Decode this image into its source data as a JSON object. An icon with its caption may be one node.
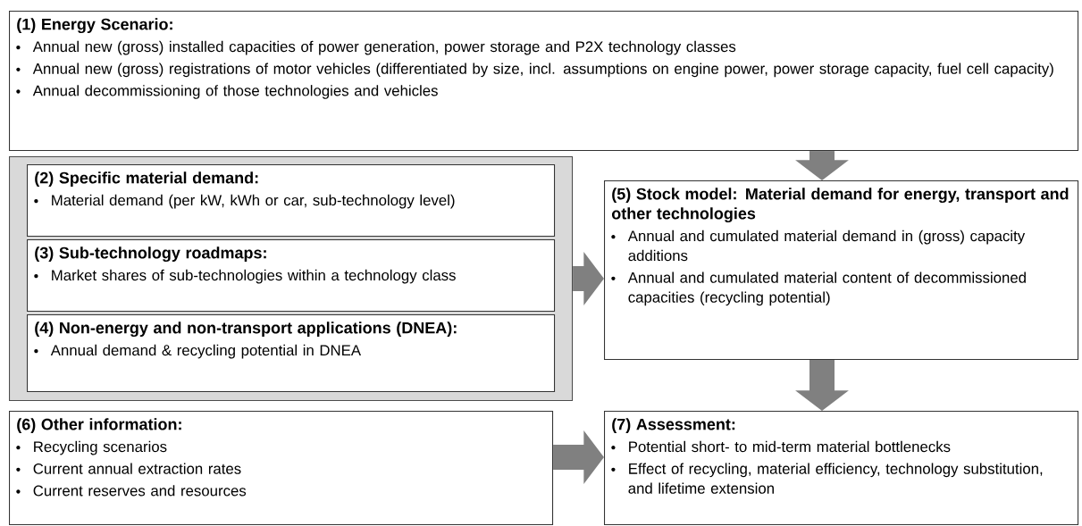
{
  "diagram": {
    "nodes": [
      {
        "text": [
          "(1) Energy Scenario:",
          "Annual new (gross) installed capacities of power generation, power storage and P2X technology classes",
          "Annual new (gross) registrations of motor vehicles (differentiated by size, incl. assumptions on engine power, power storage capacity, fuel cell capacity)",
          "Annual decommissioning of those technologies and vehicles"
        ]
      },
      {
        "text": [],
        "shape": "box"
      },
      {
        "text": [
          "(2) Specific material demand:",
          "Material demand (per kW, kWh or car, sub-technology level)"
        ],
        "in": 1
      },
      {
        "text": [
          "(3) Sub-technology roadmaps:",
          "Market shares of sub-technologies within a technology class"
        ],
        "in": 1
      },
      {
        "text": [
          "(4) Non-energy and non-transport applications (DNEA):",
          "Annual demand & recycling potential in DNEA"
        ],
        "in": 1
      },
      {
        "text": [
          "(5) Stock model: Material demand for energy, transport and other technologies",
          "Annual and cumulated material demand in (gross) capacity additions",
          "Annual and cumulated material content of decommissioned capacities (recycling potential)"
        ]
      },
      {
        "text": [
          "(6) Other information:",
          "Recycling scenarios",
          "Current annual extraction rates",
          "Current reserves and resources"
        ]
      },
      {
        "text": [
          "(7) Assessment:",
          "Potential short- to mid-term material bottlenecks",
          "Effect of recycling, material efficiency, technology substitution, and lifetime extension"
        ]
      }
    ],
    "edges": [
      {
        "from": 0,
        "to": 5,
        "arrow": "to"
      },
      {
        "from": 1,
        "to": 5,
        "arrow": "to"
      },
      {
        "from": 5,
        "to": 7,
        "arrow": "to"
      },
      {
        "from": 6,
        "to": 7,
        "arrow": "to"
      }
    ]
  }
}
